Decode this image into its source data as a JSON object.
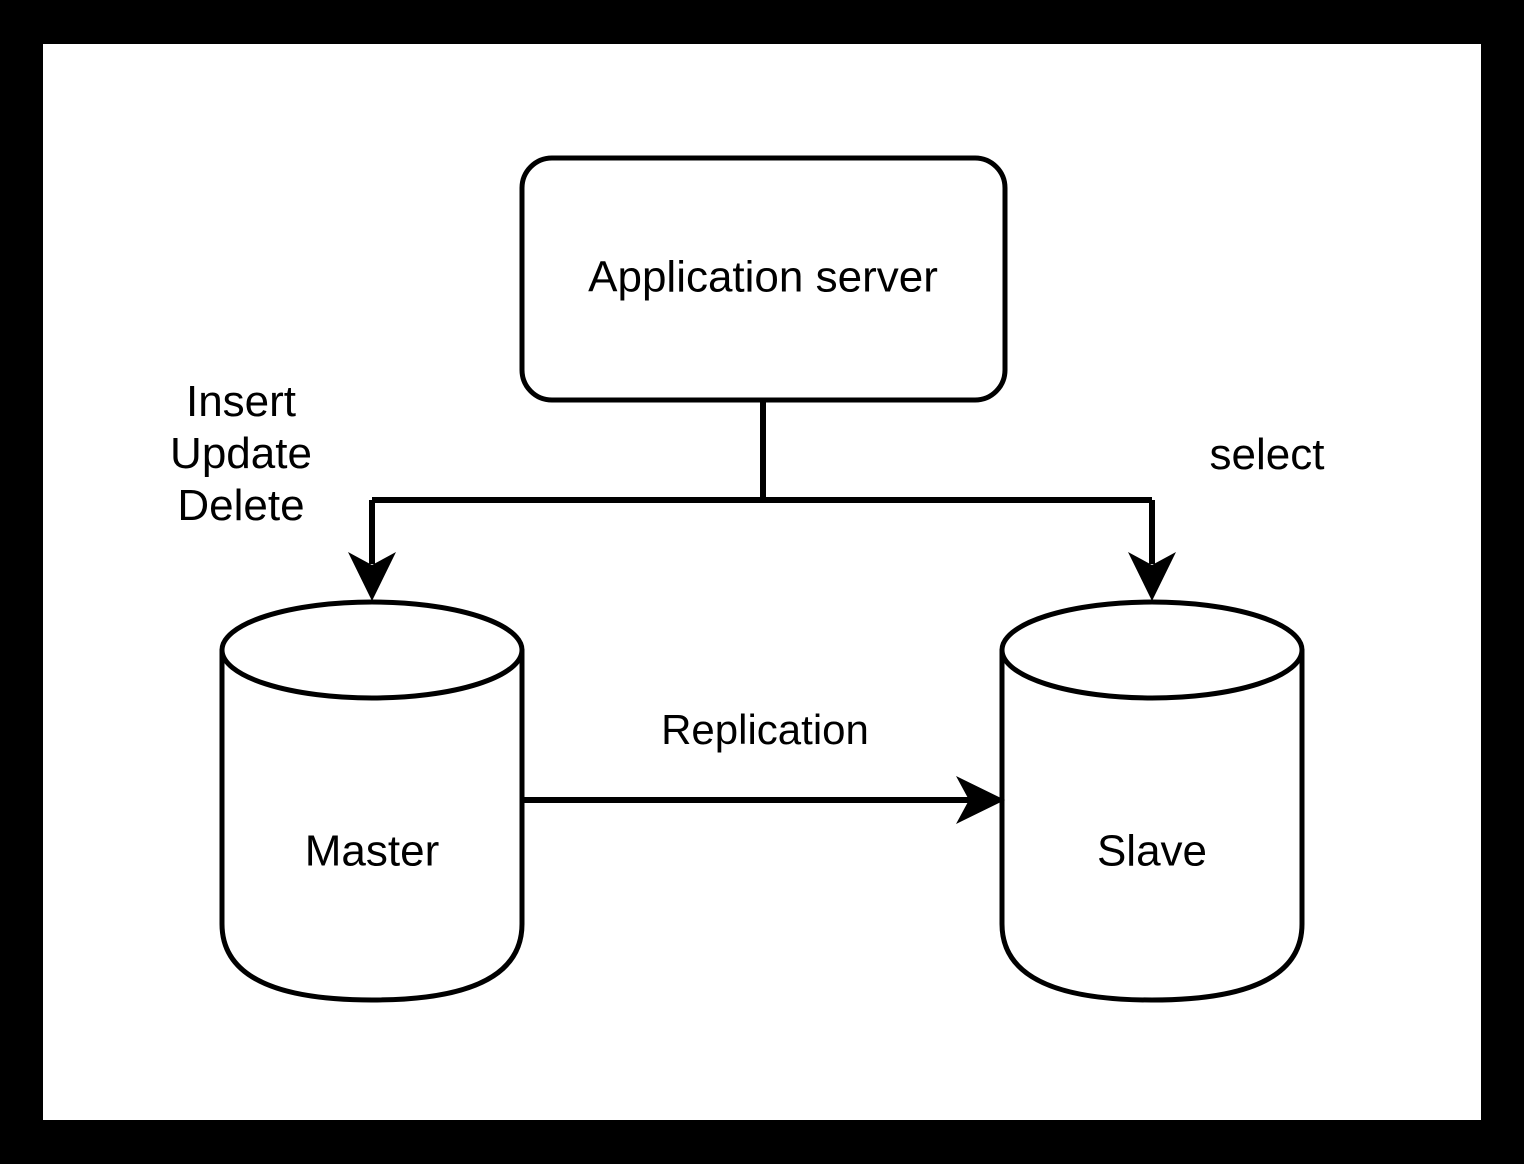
{
  "canvas": {
    "background_color": "#ffffff",
    "border_color": "#000000",
    "stroke_color": "#000000"
  },
  "nodes": {
    "app_server": {
      "label": "Application server",
      "shape": "rounded-rectangle"
    },
    "master_db": {
      "label": "Master",
      "shape": "cylinder"
    },
    "slave_db": {
      "label": "Slave",
      "shape": "cylinder"
    }
  },
  "edges": {
    "write_path": {
      "label_lines": [
        "Insert",
        "Update",
        "Delete"
      ],
      "from": "Application server",
      "to": "Master",
      "arrow": "down"
    },
    "read_path": {
      "label": "select",
      "from": "Application server",
      "to": "Slave",
      "arrow": "down"
    },
    "replication": {
      "label": "Replication",
      "from": "Master",
      "to": "Slave",
      "arrow": "right"
    }
  }
}
